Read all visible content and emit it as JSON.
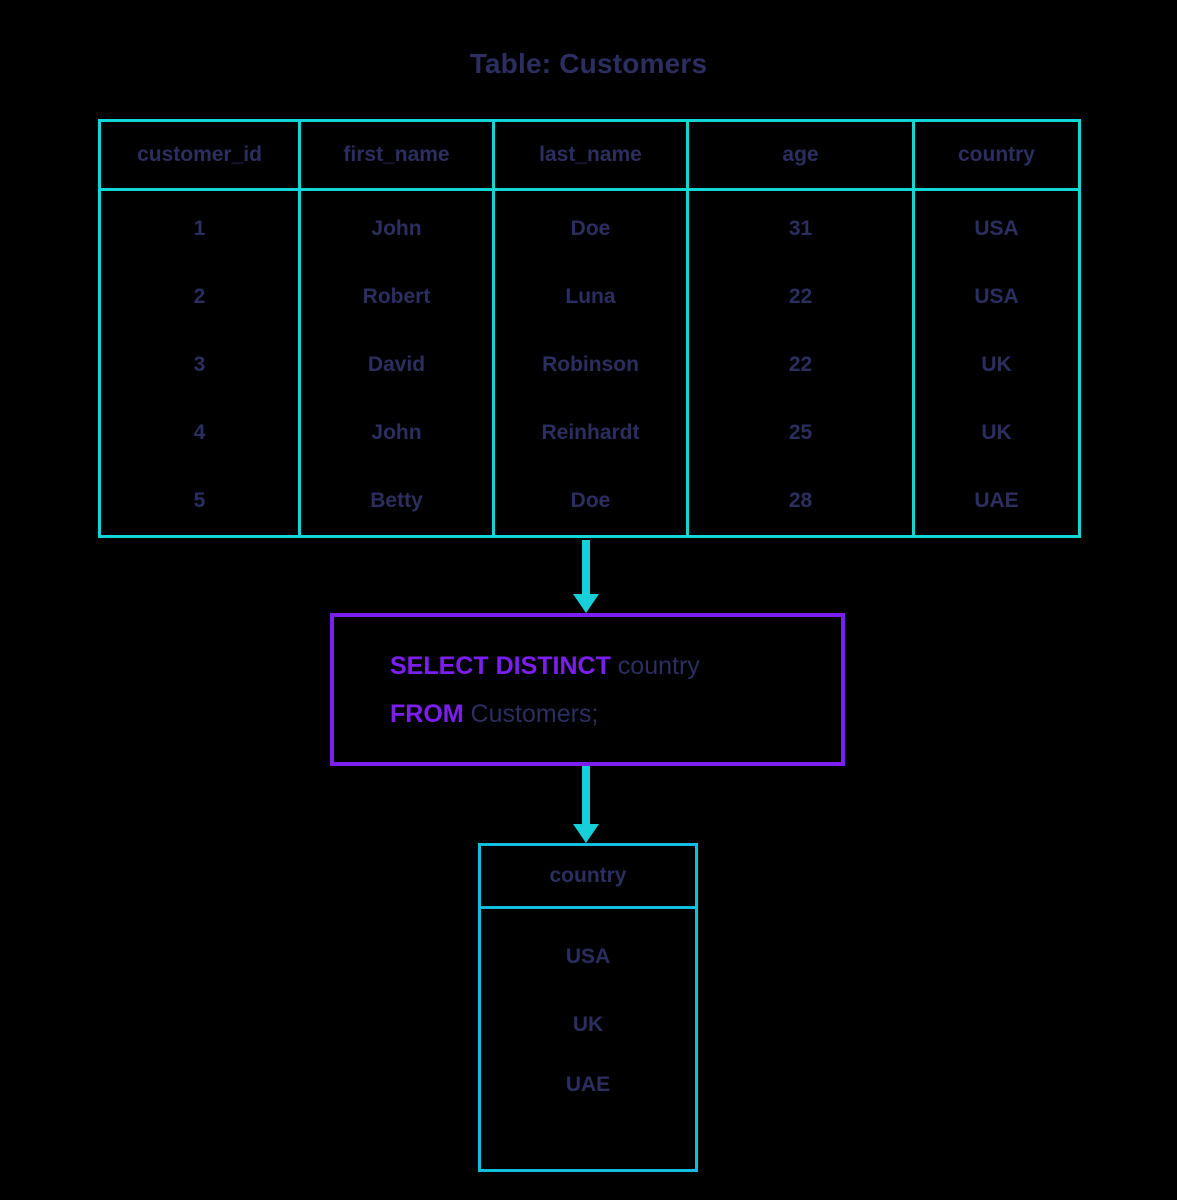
{
  "title": "Table: Customers",
  "colors": {
    "background": "#000000",
    "table_border": "#12d6d6",
    "result_border": "#12bedd",
    "arrow": "#16cfd8",
    "query_border": "#7b1ff0",
    "keyword": "#7b1ff0",
    "text": "#2b2e5e"
  },
  "source_table": {
    "name": "Customers",
    "columns": [
      "customer_id",
      "first_name",
      "last_name",
      "age",
      "country"
    ],
    "rows": [
      [
        "1",
        "John",
        "Doe",
        "31",
        "USA"
      ],
      [
        "2",
        "Robert",
        "Luna",
        "22",
        "USA"
      ],
      [
        "3",
        "David",
        "Robinson",
        "22",
        "UK"
      ],
      [
        "4",
        "John",
        "Reinhardt",
        "25",
        "UK"
      ],
      [
        "5",
        "Betty",
        "Doe",
        "28",
        "UAE"
      ]
    ]
  },
  "query": {
    "line1": {
      "keyword": "SELECT DISTINCT",
      "rest": " country"
    },
    "line2": {
      "keyword": "FROM",
      "rest": " Customers;"
    },
    "full_text": "SELECT DISTINCT country FROM Customers;"
  },
  "result_table": {
    "columns": [
      "country"
    ],
    "rows": [
      [
        "USA"
      ],
      [
        "UK"
      ],
      [
        "UAE"
      ]
    ]
  },
  "arrows": {
    "table_to_query": "down-arrow",
    "query_to_result": "down-arrow"
  }
}
